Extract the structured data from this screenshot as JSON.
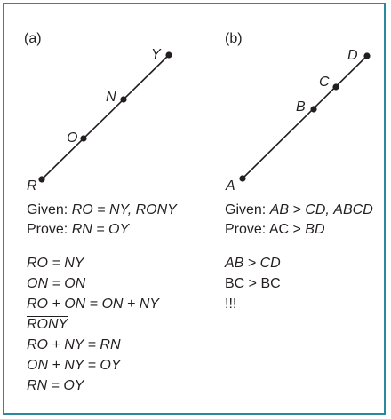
{
  "panel_a": {
    "tag": "(a)",
    "points": [
      "R",
      "O",
      "N",
      "Y"
    ],
    "given_label": "Given:",
    "given_math": "RO = NY,",
    "given_segment": "RONY",
    "prove_label": "Prove:",
    "prove_math": "RN = OY",
    "steps": [
      "RO = NY",
      "ON = ON",
      "RO + ON = ON + NY",
      "RONY",
      "RO + NY = RN",
      "ON + NY = OY",
      "RN = OY"
    ]
  },
  "panel_b": {
    "tag": "(b)",
    "points": [
      "A",
      "B",
      "C",
      "D"
    ],
    "given_label": "Given:",
    "given_math": "AB > CD,",
    "given_segment": "ABCD",
    "prove_label": "Prove:",
    "prove_plain": "AC > ",
    "prove_math": "BD",
    "steps": [
      "AB > CD",
      "BC > BC",
      "!!!"
    ]
  },
  "colors": {
    "border": "#2a8a9b",
    "ink": "#231f20"
  }
}
